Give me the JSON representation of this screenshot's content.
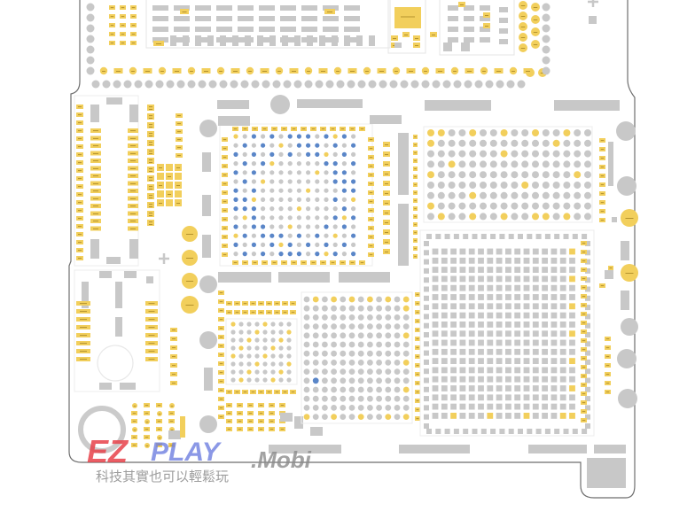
{
  "diagram": {
    "colors": {
      "board_outline": "#6e6e6e",
      "pad_gray": "#c8c8c8",
      "pad_gray_dark": "#b4b4b4",
      "pad_yellow": "#f2cf5c",
      "pad_blue": "#5a86c8",
      "label_dark": "#8a6a10",
      "watermark_red": "#e8434b",
      "watermark_blue": "#6f7fe0",
      "watermark_gray": "#8c8c8c"
    }
  },
  "watermark": {
    "logo_ez": "EZ",
    "logo_play": "PLAY",
    "logo_mobi": ".Mobi",
    "slogan": "科技其實也可以輕鬆玩"
  }
}
